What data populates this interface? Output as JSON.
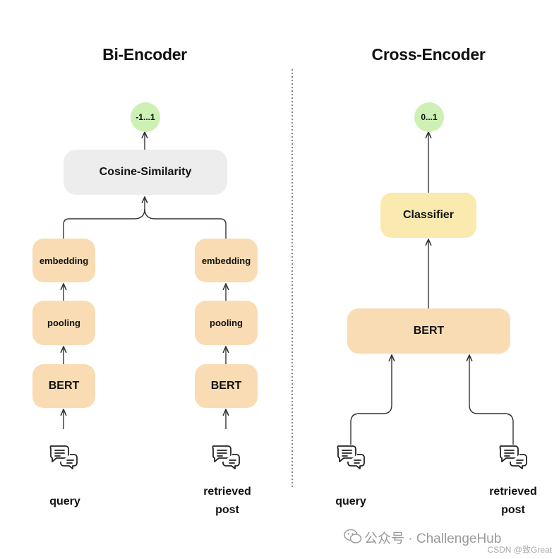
{
  "bi_encoder": {
    "title": "Bi-Encoder",
    "output": "-1...1",
    "similarity": "Cosine-Similarity",
    "left": {
      "embedding": "embedding",
      "pooling": "pooling",
      "bert": "BERT",
      "input": "query"
    },
    "right": {
      "embedding": "embedding",
      "pooling": "pooling",
      "bert": "BERT",
      "input": "retrieved\npost"
    }
  },
  "cross_encoder": {
    "title": "Cross-Encoder",
    "output": "0...1",
    "classifier": "Classifier",
    "bert": "BERT",
    "left_input": "query",
    "right_input": "retrieved\npost"
  },
  "watermark": {
    "main": "公众号 · ChallengeHub",
    "sub": "CSDN @致Great"
  },
  "colors": {
    "bert_box": "#f9dcb3",
    "similarity_box": "#ededed",
    "classifier_box": "#faeab0",
    "output_circle": "#cdf0b4"
  },
  "icons": [
    "chat-bubbles-icon",
    "wechat-logo-icon"
  ]
}
